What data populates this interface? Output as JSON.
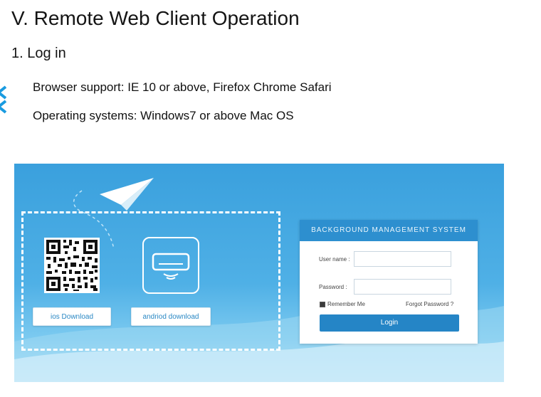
{
  "doc": {
    "title": "V. Remote Web Client Operation",
    "section": "1. Log in",
    "browser_support": "Browser support: IE 10 or above, Firefox Chrome Safari",
    "operating_systems": "Operating systems: Windows7 or above Mac OS"
  },
  "login_screen": {
    "ios_download": "ios Download",
    "android_download": "andriod download",
    "panel_title": "BACKGROUND MANAGEMENT SYSTEM",
    "username_label": "User name :",
    "password_label": "Password :",
    "remember_me": "Remember Me",
    "forgot_password": "Forgot Password ?",
    "login_button": "Login"
  },
  "colors": {
    "background_blue": "#3aa0dd",
    "panel_header": "#2d8fcf",
    "login_button": "#2585c6",
    "side_chevron": "#1a9be0"
  },
  "icons": [
    "chevron-left-icon",
    "paper-plane-icon",
    "qr-code-icon",
    "air-conditioner-icon"
  ]
}
